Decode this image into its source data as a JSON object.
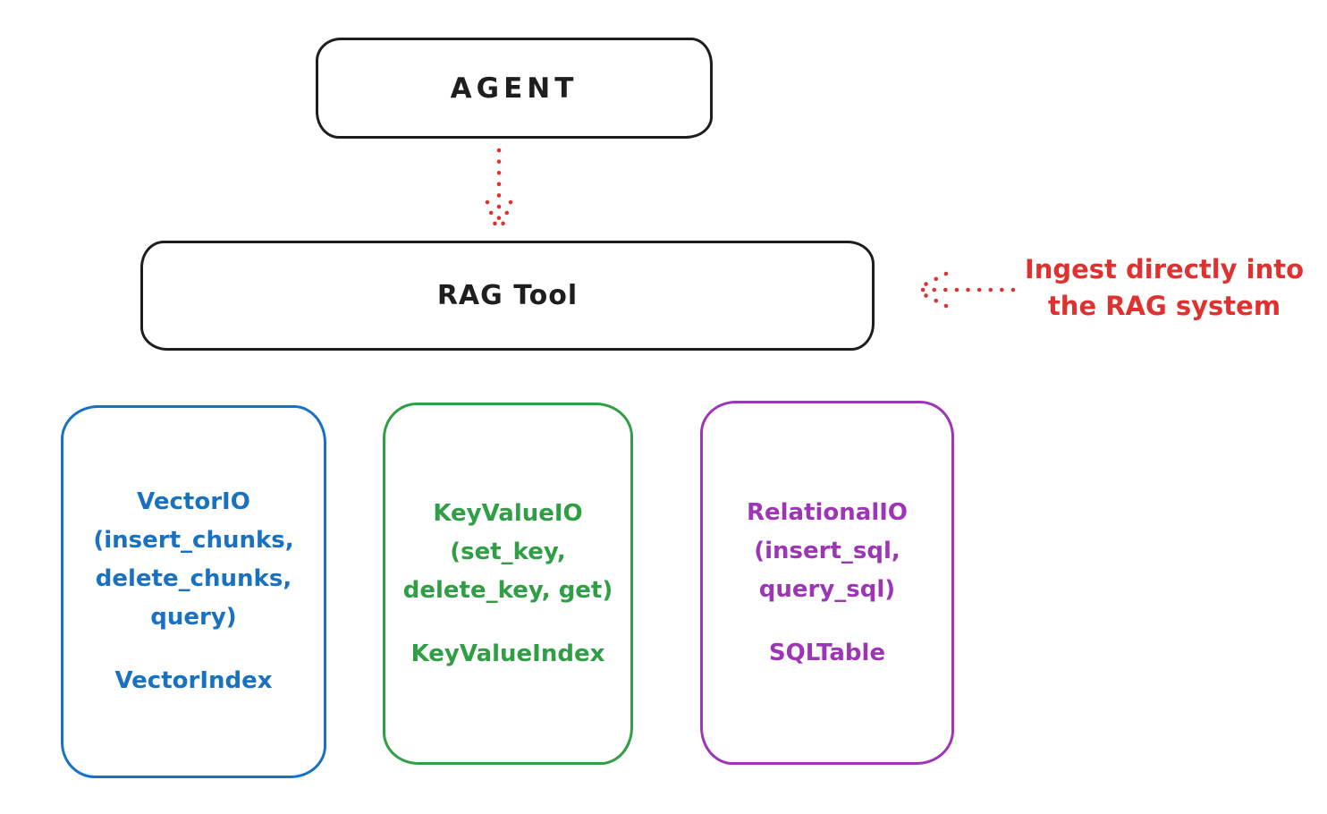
{
  "agent_box": {
    "label": "AGENT"
  },
  "rag_tool_box": {
    "label": "RAG Tool"
  },
  "annotation": {
    "line1": "Ingest directly into",
    "line2": "the RAG system"
  },
  "backends": [
    {
      "name": "VectorIO",
      "title_lines": [
        "VectorIO",
        "(insert_chunks,",
        "delete_chunks,",
        "query)"
      ],
      "index_label": "VectorIndex",
      "color": "#1971c2"
    },
    {
      "name": "KeyValueIO",
      "title_lines": [
        "KeyValueIO",
        "(set_key,",
        "delete_key, get)"
      ],
      "index_label": "KeyValueIndex",
      "color": "#2f9e44"
    },
    {
      "name": "RelationalIO",
      "title_lines": [
        "RelationalIO",
        "(insert_sql,",
        "query_sql)"
      ],
      "index_label": "SQLTable",
      "color": "#9c36b5"
    }
  ],
  "colors": {
    "stroke_black": "#1e1e1e",
    "accent_red": "#e03131",
    "vector_blue": "#1971c2",
    "keyvalue_green": "#2f9e44",
    "relational_purple": "#9c36b5",
    "background": "#ffffff"
  }
}
